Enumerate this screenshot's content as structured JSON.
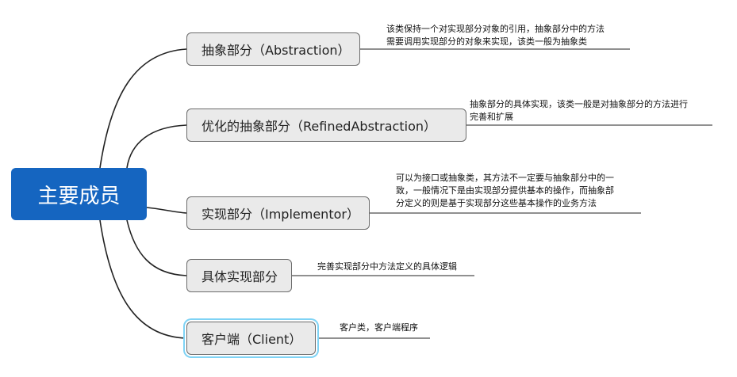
{
  "root": {
    "label": "主要成员"
  },
  "branches": [
    {
      "label": "抽象部分（Abstraction）",
      "note": [
        "该类保持一个对实现部分对象的引用，抽象部分中的方法",
        "需要调用实现部分的对象来实现，该类一般为抽象类"
      ]
    },
    {
      "label": "优化的抽象部分（RefinedAbstraction）",
      "note": [
        "抽象部分的具体实现，该类一般是对抽象部分的方法进行",
        "完善和扩展"
      ]
    },
    {
      "label": "实现部分（Implementor）",
      "note": [
        "可以为接口或抽象类，其方法不一定要与抽象部分中的一",
        "致，一般情况下是由实现部分提供基本的操作，而抽象部",
        "分定义的则是基于实现部分这些基本操作的业务方法"
      ]
    },
    {
      "label": "具体实现部分",
      "note": [
        "完善实现部分中方法定义的具体逻辑"
      ]
    },
    {
      "label": "客户端（Client）",
      "note": [
        "客户类，客户端程序"
      ]
    }
  ],
  "colors": {
    "root": "#1565c0",
    "node_fill": "#eaeaea",
    "node_border": "#6b6b6b",
    "selection": "#7fd3f5",
    "connector": "#222222"
  }
}
